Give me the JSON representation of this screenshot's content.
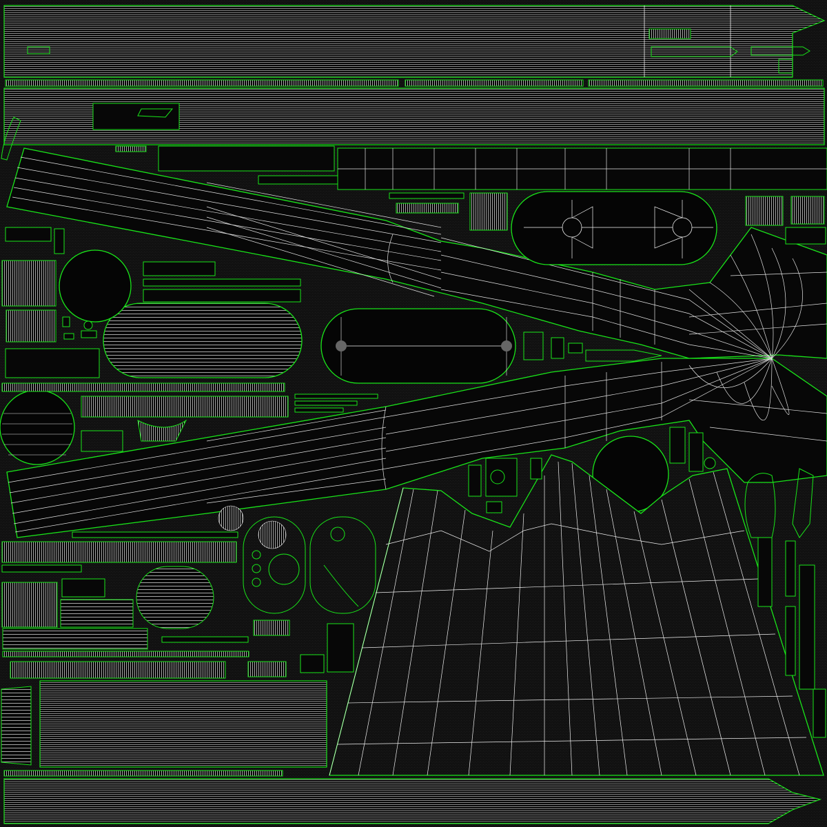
{
  "colors": {
    "background": "#0c0c0c",
    "texture_dark": "#060606",
    "texture_mid": "#1a1a1a",
    "seam": "#19e619",
    "wire": "#f2f2f2",
    "wire_dim": "#9a9a9a"
  },
  "islands": [
    "hull-top-strip-upper",
    "hull-top-strip-lower",
    "deck-panel-diagonal-upper",
    "deck-panel-diagonal-lower",
    "bow-cap-mesh",
    "fan-panel",
    "oval-panel-left",
    "oval-panel-center",
    "oval-panel-upper-right",
    "circle-disc-left",
    "circle-disc-right",
    "hull-bottom-strip",
    "stern-block",
    "small-parts-cluster"
  ]
}
